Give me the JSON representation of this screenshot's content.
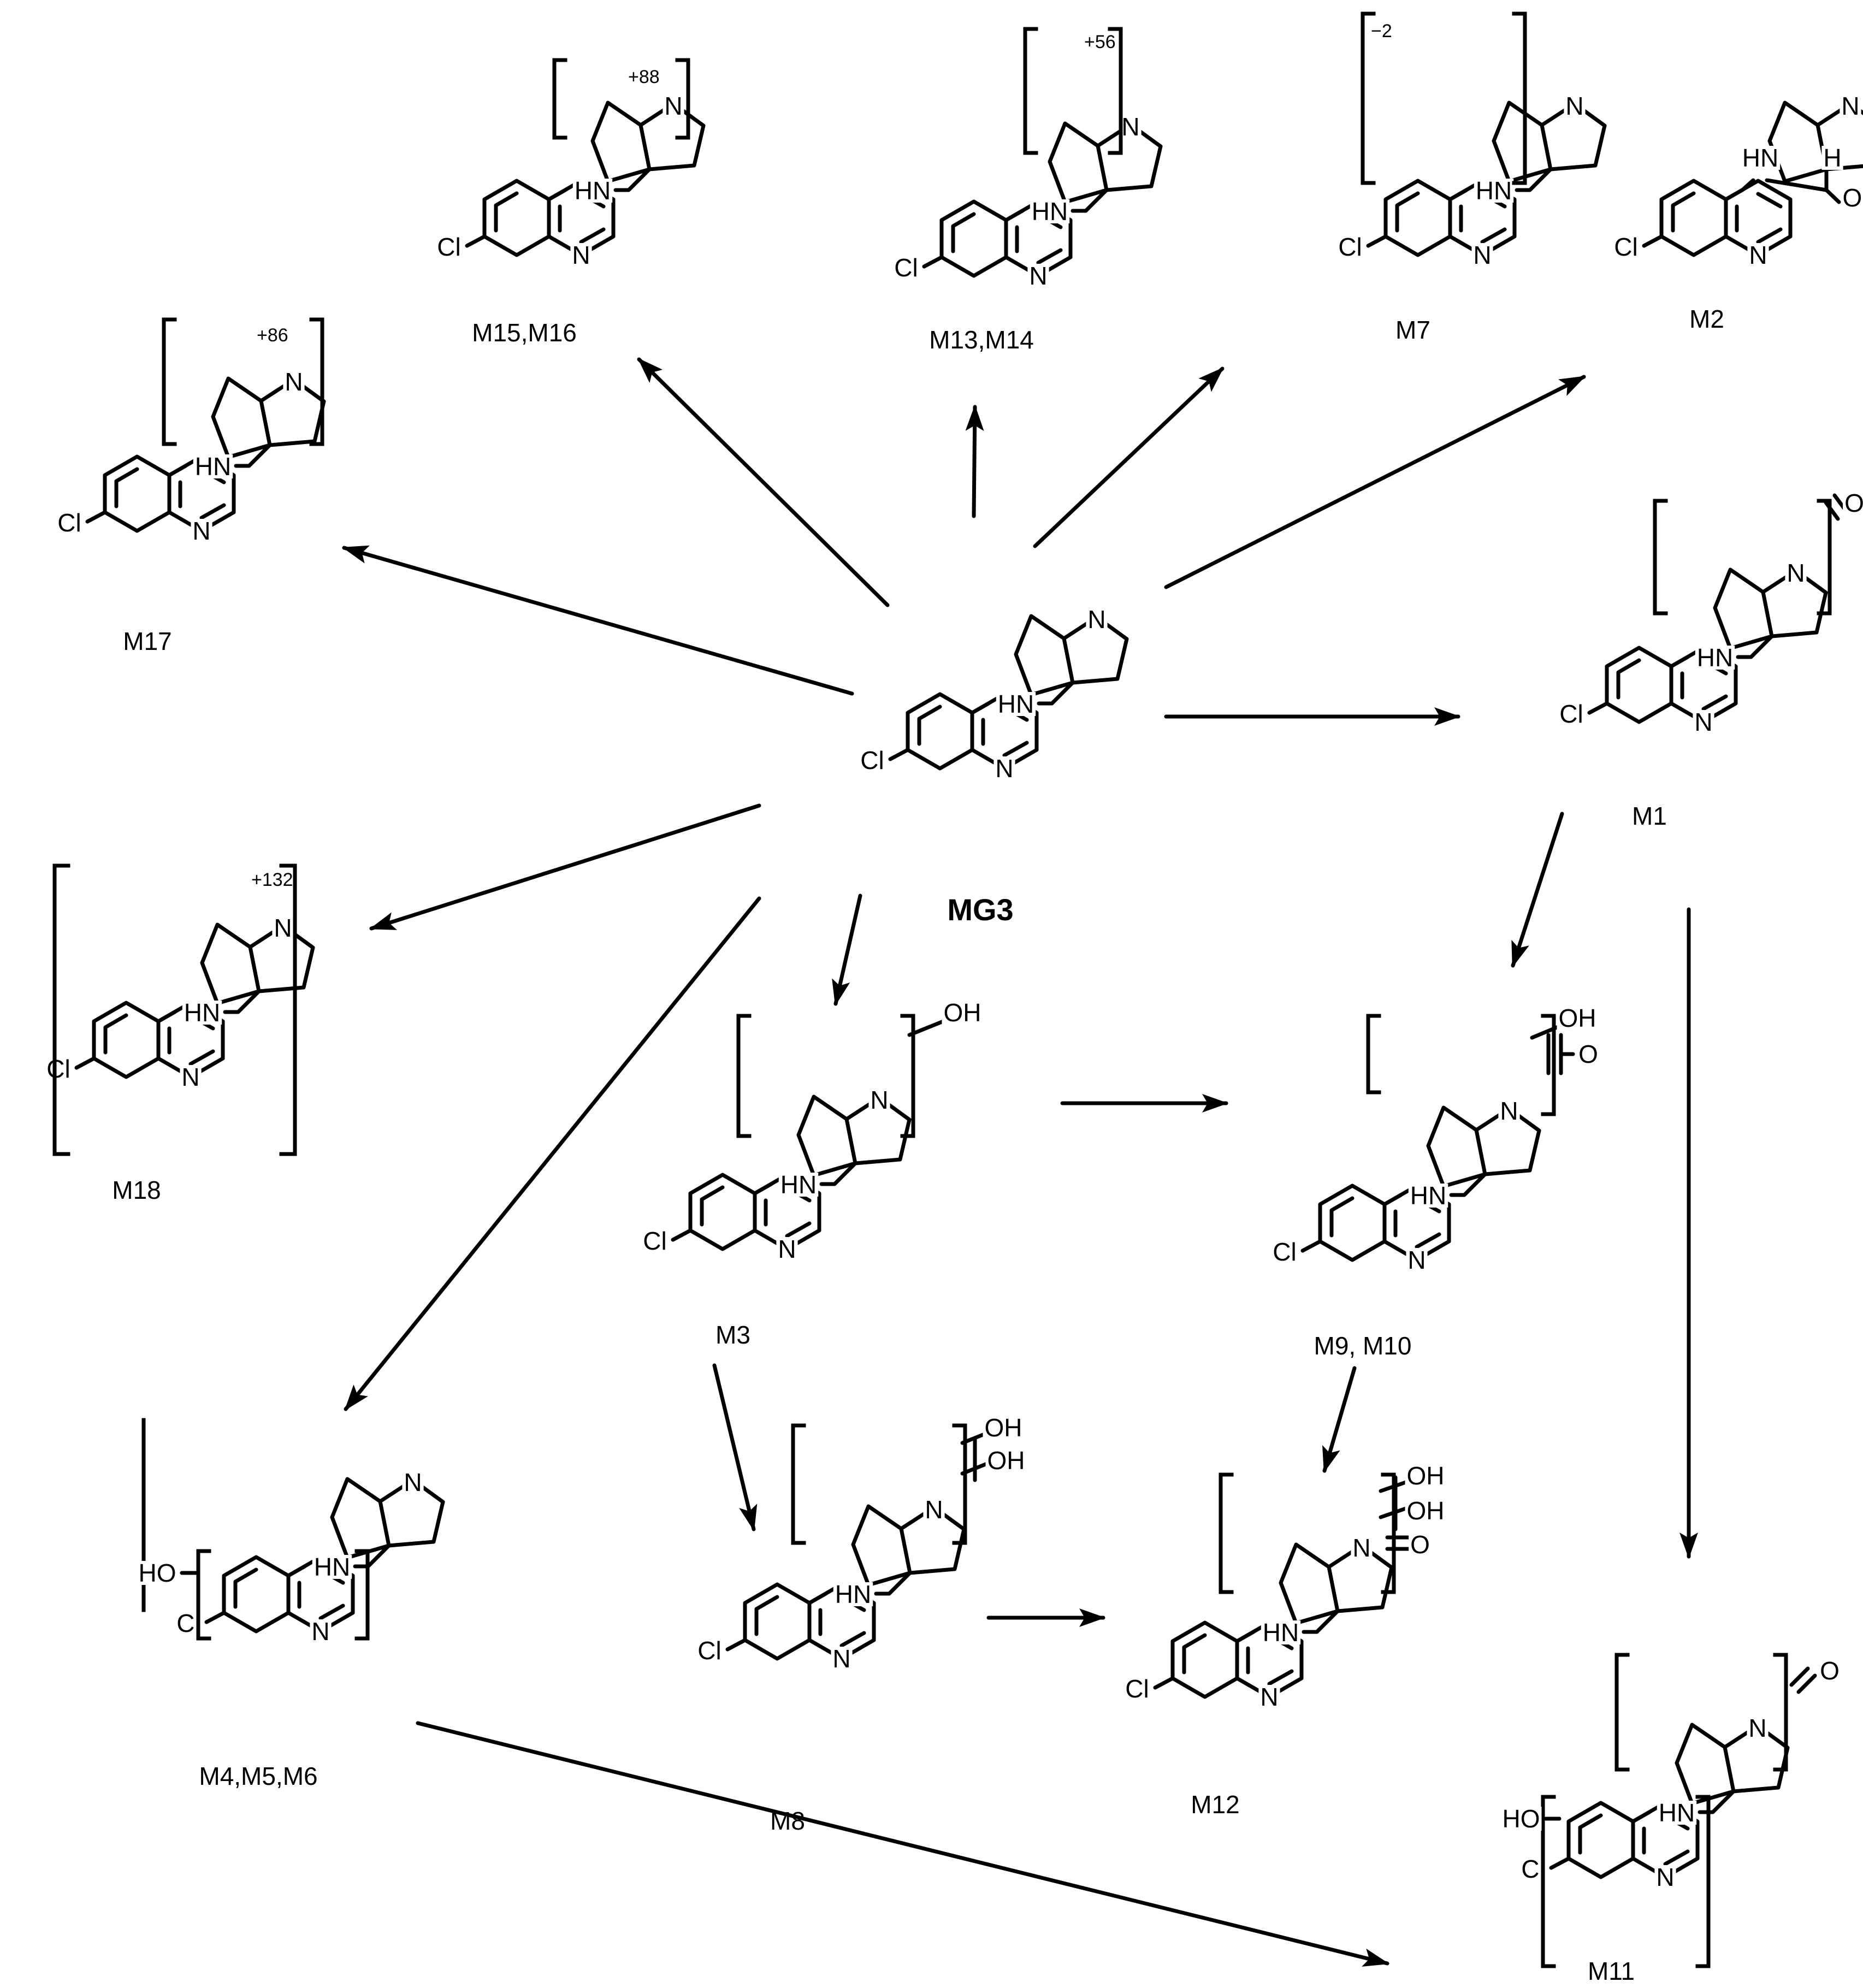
{
  "parent": {
    "label": "MG3"
  },
  "atoms": {
    "cl": "Cl",
    "n": "N",
    "hn": "HN",
    "oh": "OH",
    "o": "O",
    "ho": "HO",
    "h": "H"
  },
  "metabolites": [
    {
      "key": "m15",
      "label": "M15,M16",
      "mass_shift": "+88"
    },
    {
      "key": "m13",
      "label": "M13,M14",
      "mass_shift": "+56"
    },
    {
      "key": "m7",
      "label": "M7",
      "mass_shift": "−2"
    },
    {
      "key": "m2",
      "label": "M2"
    },
    {
      "key": "m17",
      "label": "M17",
      "mass_shift": "+86"
    },
    {
      "key": "m1",
      "label": "M1"
    },
    {
      "key": "m18",
      "label": "M18",
      "mass_shift": "+132"
    },
    {
      "key": "m3",
      "label": "M3"
    },
    {
      "key": "m9",
      "label": "M9, M10"
    },
    {
      "key": "m4",
      "label": "M4,M5,M6"
    },
    {
      "key": "m8",
      "label": "M8"
    },
    {
      "key": "m12",
      "label": "M12"
    },
    {
      "key": "m11",
      "label": "M11"
    }
  ],
  "pathways": [
    [
      "MG3",
      "M15,M16"
    ],
    [
      "MG3",
      "M13,M14"
    ],
    [
      "MG3",
      "M7"
    ],
    [
      "MG3",
      "M2"
    ],
    [
      "MG3",
      "M17"
    ],
    [
      "MG3",
      "M1"
    ],
    [
      "MG3",
      "M18"
    ],
    [
      "MG3",
      "M3"
    ],
    [
      "MG3",
      "M4,M5,M6"
    ],
    [
      "M1",
      "M9, M10"
    ],
    [
      "M1",
      "M11"
    ],
    [
      "M3",
      "M9, M10"
    ],
    [
      "M3",
      "M8"
    ],
    [
      "M8",
      "M12"
    ],
    [
      "M9, M10",
      "M12"
    ],
    [
      "M4,M5,M6",
      "M11"
    ]
  ]
}
